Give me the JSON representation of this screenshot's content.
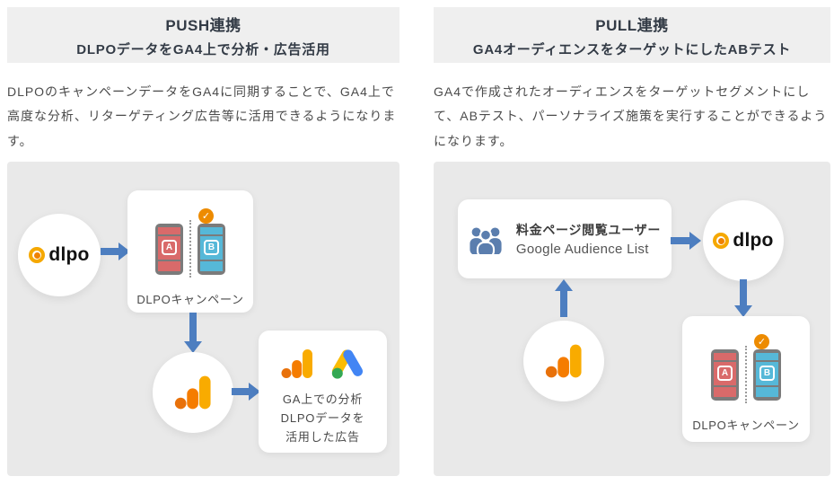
{
  "sections": {
    "push": {
      "header": {
        "title": "PUSH連携",
        "subtitle": "DLPOデータをGA4上で分析・広告活用"
      },
      "description": "DLPOのキャンペーンデータをGA4に同期することで、GA4上で高度な分析、リターゲティング広告等に活用できるようになります。",
      "dlpo_logo_text": "dlpo",
      "campaign_card": {
        "variant_a": "A",
        "variant_b": "B",
        "label": "DLPOキャンペーン"
      },
      "ga_ads_card": {
        "line1": "GA上での分析",
        "line2": "DLPOデータを",
        "line3": "活用した広告"
      }
    },
    "pull": {
      "header": {
        "title": "PULL連携",
        "subtitle": "GA4オーディエンスをターゲットにしたABテスト"
      },
      "description": "GA4で作成されたオーディエンスをターゲットセグメントにして、ABテスト、パーソナライズ施策を実行することができるようになります。",
      "audience_card": {
        "line1": "料金ページ閲覧ユーザー",
        "line2": "Google Audience List"
      },
      "dlpo_logo_text": "dlpo",
      "campaign_card": {
        "variant_a": "A",
        "variant_b": "B",
        "label": "DLPOキャンペーン"
      }
    }
  },
  "icons": {
    "check": "✓"
  },
  "colors": {
    "arrow": "#4D7EC0",
    "panelBg": "#E9E9E9",
    "headerBg": "#EFEFEF",
    "phoneA": "#D96A6A",
    "phoneB": "#56B8D8",
    "phoneFrame": "#7B7B7B",
    "badge": "#ED8B00",
    "people": "#5B7EAE",
    "gaTall": "#F9AB00",
    "gaMid": "#F57C00",
    "gaDot": "#E8710A",
    "adsYellow": "#FBBC04",
    "adsBlue": "#4285F4",
    "adsGreen": "#34A853",
    "dlpoRing": "#F5A800",
    "dlpoDot": "#EF8200"
  }
}
